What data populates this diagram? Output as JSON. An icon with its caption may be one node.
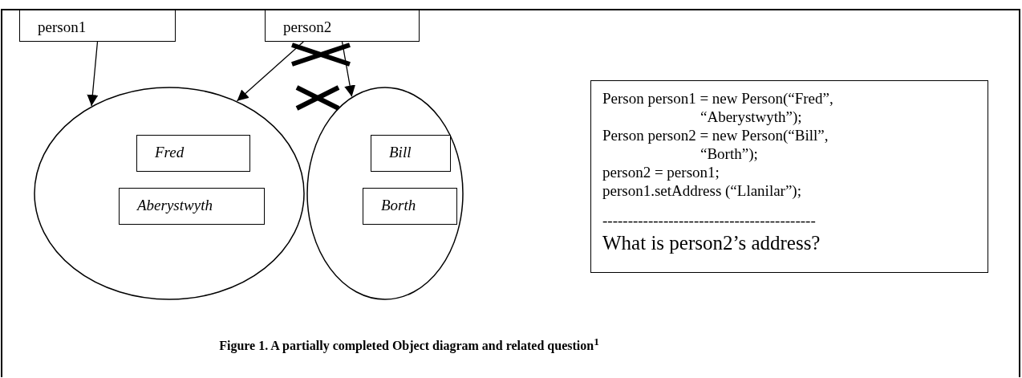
{
  "diagram": {
    "caption": "Figure 1. A partially completed Object diagram and related question$^{1}$",
    "nodes": [
      {
        "text": [
          "person1"
        ]
      },
      {
        "text": [
          "person2"
        ]
      },
      {
        "text": [],
        "shape": "circle"
      },
      {
        "text": [
          "Fred"
        ],
        "in": 2
      },
      {
        "text": [
          "Aberystwyth"
        ],
        "in": 2
      },
      {
        "text": [],
        "shape": "circle"
      },
      {
        "text": [
          "Bill"
        ],
        "in": 5
      },
      {
        "text": [
          "Borth"
        ],
        "in": 5
      },
      {
        "text": [
          "Person person1 = new Person(“Fred”, “Aberystwyth”);",
          "Person person2 = new Person(“Bill”, “Borth”);",
          "person2 = person1;",
          "person1.setAddress (“Llanilar”);",
          "------------------------------------------",
          "What is person2’s address?"
        ]
      }
    ],
    "edges": [
      {
        "from": 0,
        "to": 2,
        "arrow": "to"
      },
      {
        "from": 1,
        "to": 2,
        "arrow": "to"
      },
      {
        "from": 1,
        "to": 5,
        "arrow": "to"
      }
    ]
  }
}
